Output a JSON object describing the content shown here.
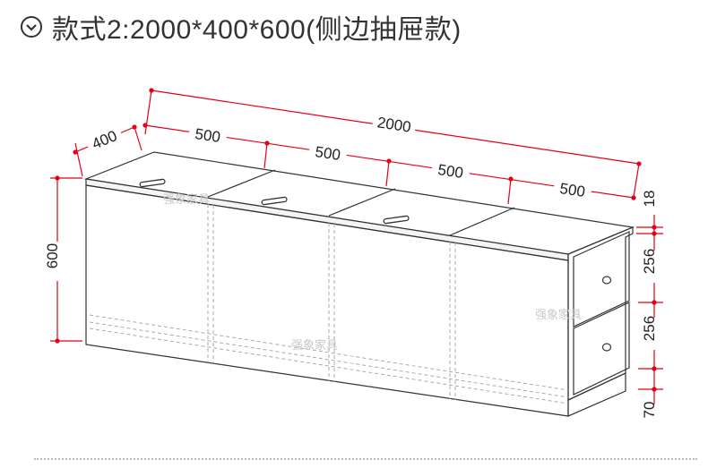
{
  "header": {
    "title": "款式2:2000*400*600(侧边抽屉款)"
  },
  "dimensions": {
    "total_length": "2000",
    "depth": "400",
    "height": "600",
    "segments": [
      "500",
      "500",
      "500",
      "500"
    ],
    "side_parts": [
      "18",
      "256",
      "256",
      "70"
    ]
  },
  "watermark": {
    "text_1": "强象家具",
    "text_2": "强象家具",
    "text_3": "强象家具"
  },
  "colors": {
    "dimension_red": "#e60012",
    "line": "#333333",
    "hidden": "#aaaaaa"
  }
}
